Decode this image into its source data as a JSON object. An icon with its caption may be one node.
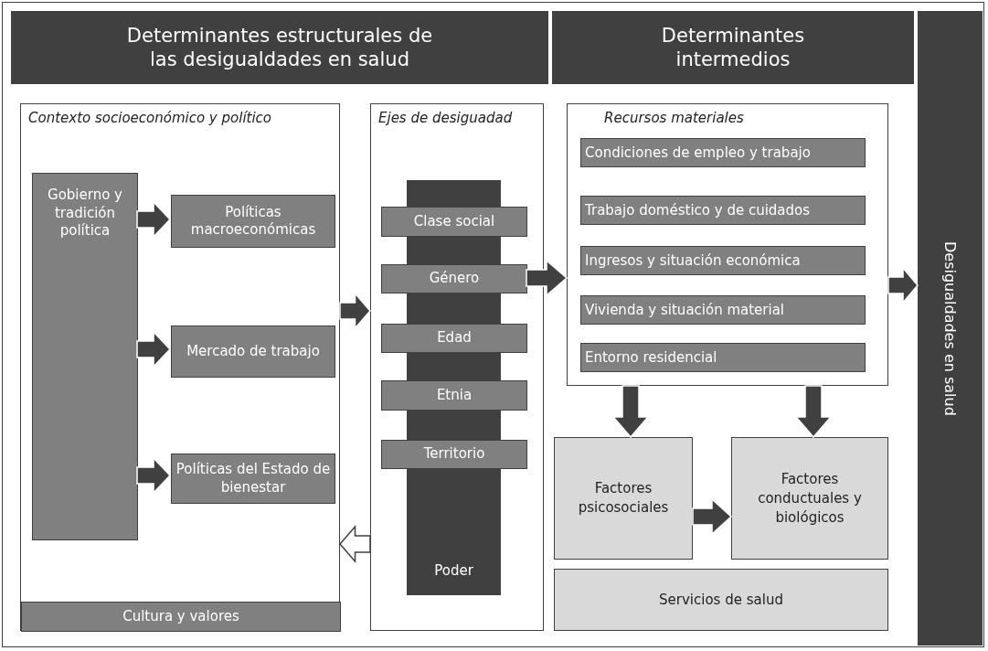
{
  "diagram": {
    "nodes": [
      {
        "text": [
          "Determinantes estructurales de las desigualdades en salud"
        ]
      },
      {
        "text": [
          "Determinantes intermedios"
        ]
      },
      {
        "text": [
          "Desigualdades en salud"
        ]
      },
      {
        "text": [
          "Contexto socioeconómico y político"
        ]
      },
      {
        "text": [
          "Gobierno y tradición política"
        ],
        "in": 3
      },
      {
        "text": [
          "Políticas macroeconómicas"
        ],
        "in": 3
      },
      {
        "text": [
          "Mercado de trabajo"
        ],
        "in": 3
      },
      {
        "text": [
          "Políticas del Estado de bienestar"
        ],
        "in": 3
      },
      {
        "text": [
          "Cultura y valores"
        ],
        "in": 3
      },
      {
        "text": [
          "Ejes de desiguadad"
        ]
      },
      {
        "text": [
          "Poder"
        ],
        "in": 9
      },
      {
        "text": [
          "Clase social"
        ],
        "in": 9
      },
      {
        "text": [
          "Género"
        ],
        "in": 9
      },
      {
        "text": [
          "Edad"
        ],
        "in": 9
      },
      {
        "text": [
          "Etnia"
        ],
        "in": 9
      },
      {
        "text": [
          "Territorio"
        ],
        "in": 9
      },
      {
        "text": [
          "Recursos materiales"
        ]
      },
      {
        "text": [
          "Condiciones de empleo y trabajo"
        ],
        "in": 16
      },
      {
        "text": [
          "Trabajo doméstico y de cuidados"
        ],
        "in": 16
      },
      {
        "text": [
          "Ingresos y situación económica"
        ],
        "in": 16
      },
      {
        "text": [
          "Vivienda y situación material"
        ],
        "in": 16
      },
      {
        "text": [
          "Entorno residencial"
        ],
        "in": 16
      },
      {
        "text": [
          "Factores psicosociales"
        ]
      },
      {
        "text": [
          "Factores conductuales y biológicos"
        ]
      },
      {
        "text": [
          "Servicios de salud"
        ]
      }
    ],
    "edges": [
      {
        "from": 4,
        "to": 5,
        "arrow": "to"
      },
      {
        "from": 4,
        "to": 6,
        "arrow": "to"
      },
      {
        "from": 4,
        "to": 7,
        "arrow": "to"
      },
      {
        "from": 3,
        "to": 9,
        "arrow": "to"
      },
      {
        "from": 9,
        "to": 3,
        "arrow": "to",
        "color": "#ffffff"
      },
      {
        "from": 12,
        "to": 16,
        "arrow": "to"
      },
      {
        "from": 16,
        "to": 2,
        "arrow": "to"
      },
      {
        "from": 16,
        "to": 22,
        "arrow": "to"
      },
      {
        "from": 16,
        "to": 23,
        "arrow": "to"
      },
      {
        "from": 22,
        "to": 23,
        "arrow": "to"
      }
    ]
  }
}
